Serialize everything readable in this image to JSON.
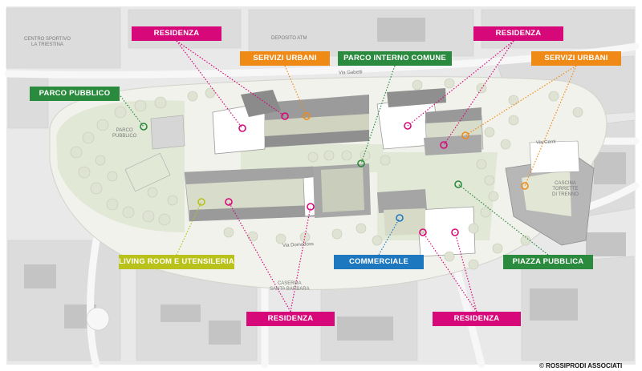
{
  "colors": {
    "residenza": "#d6087a",
    "servizi": "#ef8a17",
    "verde": "#2a8a3e",
    "living": "#b9c21a",
    "commerciale": "#1d78c0"
  },
  "labels": [
    {
      "id": "residenza-nw",
      "text": "RESIDENZA",
      "color": "#d6087a"
    },
    {
      "id": "residenza-ne",
      "text": "RESIDENZA",
      "color": "#d6087a"
    },
    {
      "id": "servizi-urbani-w",
      "text": "SERVIZI URBANI",
      "color": "#ef8a17"
    },
    {
      "id": "servizi-urbani-e",
      "text": "SERVIZI URBANI",
      "color": "#ef8a17"
    },
    {
      "id": "parco-interno-comune",
      "text": "PARCO INTERNO COMUNE",
      "color": "#2a8a3e"
    },
    {
      "id": "parco-pubblico",
      "text": "PARCO PUBBLICO",
      "color": "#2a8a3e"
    },
    {
      "id": "living-room",
      "text": "LIVING ROOM E UTENSILERIA",
      "color": "#b9c21a"
    },
    {
      "id": "commerciale",
      "text": "COMMERCIALE",
      "color": "#1d78c0"
    },
    {
      "id": "piazza-pubblica",
      "text": "PIAZZA PUBBLICA",
      "color": "#2a8a3e"
    },
    {
      "id": "residenza-sw",
      "text": "RESIDENZA",
      "color": "#d6087a"
    },
    {
      "id": "residenza-se",
      "text": "RESIDENZA",
      "color": "#d6087a"
    }
  ],
  "map_labels": {
    "centro_sportivo": "CENTRO SPORTIVO\nLA TRIESTINA",
    "deposito_atm": "DEPOSITO ATM",
    "parco_pubblico": "PARCO\nPUBBLICO",
    "cascina": "CASCINA\nTORRETTE\nDI TRENNO",
    "caserma": "CASERMA\nSANTA BARBARA"
  },
  "streets": {
    "gabetti": "Via Gabetti",
    "cerni": "Via Cerni",
    "domodossola": "Via Domodoss"
  },
  "copyright": "© ROSSIPRODI ASSOCIATI"
}
